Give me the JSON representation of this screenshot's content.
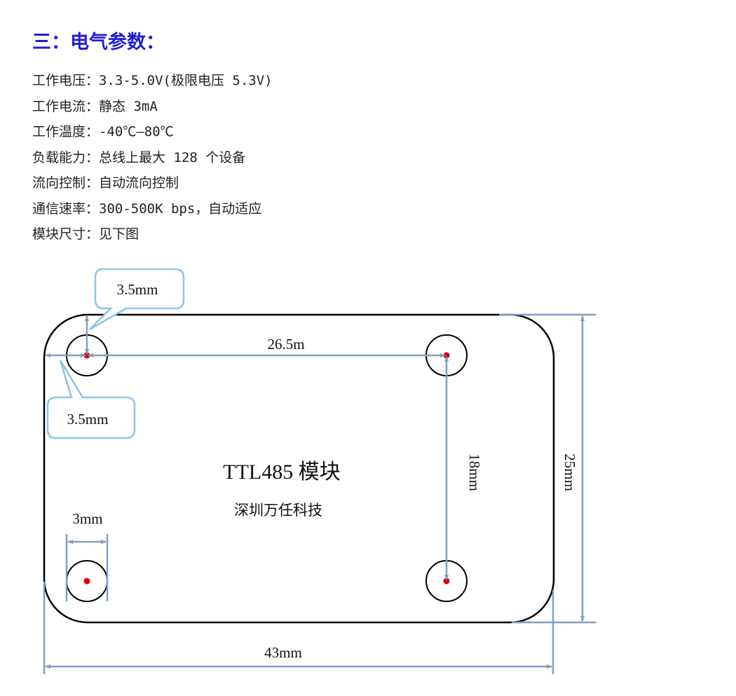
{
  "heading": "三：电气参数：",
  "specs": [
    "工作电压：3.3-5.0V(极限电压 5.3V)",
    "工作电流：静态 3mA",
    "工作温度：-40℃—80℃",
    "负载能力：总线上最大 128 个设备",
    "流向控制：自动流向控制",
    "通信速率：300-500K bps，自动适应",
    "模块尺寸：见下图"
  ],
  "diagram": {
    "title": "TTL485 模块",
    "subtitle": "深圳万任科技",
    "dims": {
      "callout_top": "3.5mm",
      "callout_left": "3.5mm",
      "hole_spacing_h": "26.5m",
      "hole_spacing_v": "18mm",
      "height": "25mm",
      "width": "43mm",
      "hole_diameter": "3mm"
    },
    "colors": {
      "heading": "#1f1fd6",
      "dimension_line": "#7f9fc4",
      "callout_border": "#8fc4e8",
      "hole_center": "#e00000"
    }
  }
}
